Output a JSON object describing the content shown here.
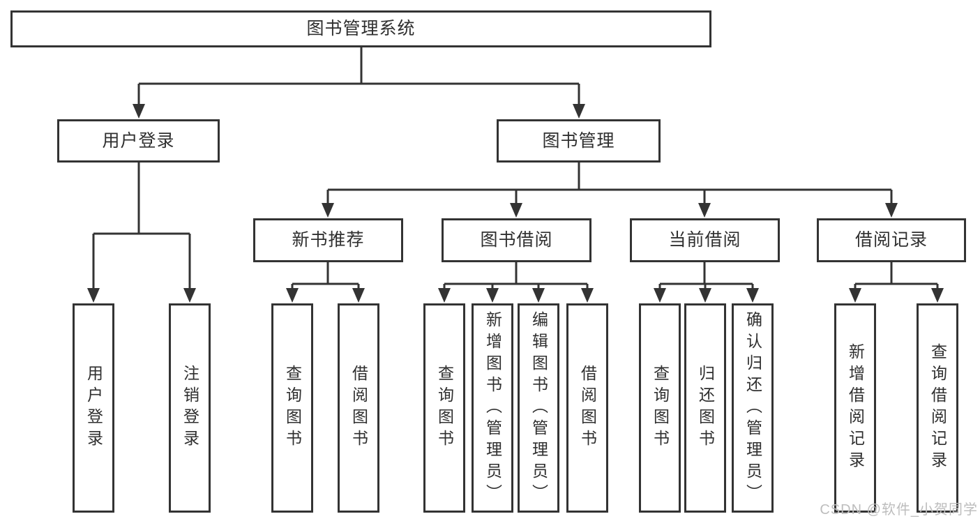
{
  "page": {
    "watermark": "CSDN @软件_小贺同学"
  },
  "colors": {
    "line": "#333333",
    "text": "#2f2f2f",
    "watermark": "#bdbdbd",
    "box_bg": "#ffffff"
  },
  "diagram": {
    "root": "图书管理系统",
    "branches": [
      {
        "label": "用户登录",
        "children": [
          "用户登录",
          "注销登录"
        ]
      },
      {
        "label": "图书管理",
        "groups": [
          {
            "label": "新书推荐",
            "children": [
              "查询图书",
              "借阅图书"
            ]
          },
          {
            "label": "图书借阅",
            "children": [
              "查询图书",
              "新增图书（管理员）",
              "编辑图书（管理员）",
              "借阅图书"
            ]
          },
          {
            "label": "当前借阅",
            "children": [
              "查询图书",
              "归还图书",
              "确认归还（管理员）"
            ]
          },
          {
            "label": "借阅记录",
            "children": [
              "新增借阅记录",
              "查询借阅记录"
            ]
          }
        ]
      }
    ]
  }
}
